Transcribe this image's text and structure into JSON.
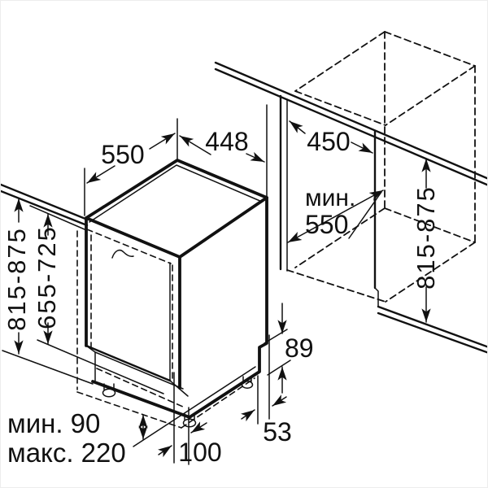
{
  "diagram": {
    "colors": {
      "line": "#111111",
      "background": "#ffffff"
    },
    "labels": {
      "dim_550": "550",
      "dim_448": "448",
      "dim_450": "450",
      "niche_min_label": "мин.",
      "niche_min_value": "550",
      "height_range_left": "815-875",
      "door_height_range": "655-725",
      "height_range_right": "815-875",
      "dim_89": "89",
      "dim_53": "53",
      "dim_100": "100",
      "plinth_min": "мин. 90",
      "plinth_max": "макс. 220"
    }
  }
}
